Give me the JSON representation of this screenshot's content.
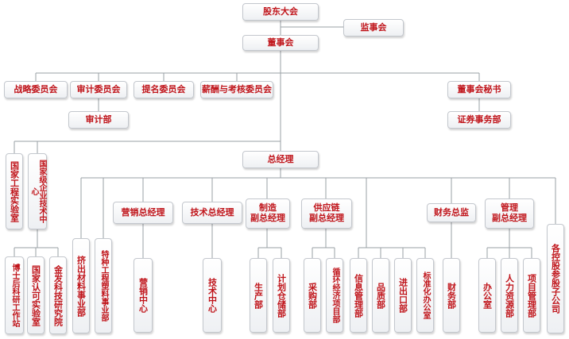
{
  "nodes": {
    "shareholders_meeting": "股东大会",
    "supervisory_board": "监事会",
    "board_of_directors": "董事会",
    "strategy_committee": "战略委员会",
    "audit_committee": "审计委员会",
    "audit_department": "审计部",
    "nomination_committee": "提名委员会",
    "remuneration_committee": "薪酬与考核委员会",
    "board_secretary": "董事会秘书",
    "securities_affairs_dept": "证券事务部",
    "general_manager": "总经理",
    "national_engineering_lab": "国家工程实验室",
    "national_enterprise_tech_center": "国家级企业技术中心",
    "postdoc_workstation": "博士后科研工作站",
    "cnas_lab": "国家认可实验室",
    "kingfa_research_institute": "金发科技研究院",
    "extrusion_business_dept": "挤出材料事业部",
    "special_eng_plastics_dept": "特种工程塑料事业部",
    "marketing_gm": "营销总经理",
    "marketing_center": "营销中心",
    "technical_gm": "技术总经理",
    "technical_center": "技术中心",
    "manufacturing_deputy_gm": {
      "line1": "制造",
      "line2": "副总经理"
    },
    "production_dept": "生产部",
    "planning_warehouse_dept": "计划仓储部",
    "supply_chain_deputy_gm": {
      "line1": "供应链",
      "line2": "副总经理"
    },
    "procurement_dept": "采购部",
    "circular_economy_dept": "循环经济项目部",
    "information_mgmt_dept": "信息管理部",
    "quality_dept": "品质部",
    "import_export_dept": "进出口部",
    "standardization_office": "标准化办公室",
    "cfo": "财务总监",
    "finance_dept": "财务部",
    "management_deputy_gm": {
      "line1": "管理",
      "line2": "副总经理"
    },
    "general_office": "办公室",
    "hr_dept": "人力资源部",
    "project_mgmt_dept": "项目管理部",
    "holding_subsidiaries": "各控股参股子公司"
  }
}
